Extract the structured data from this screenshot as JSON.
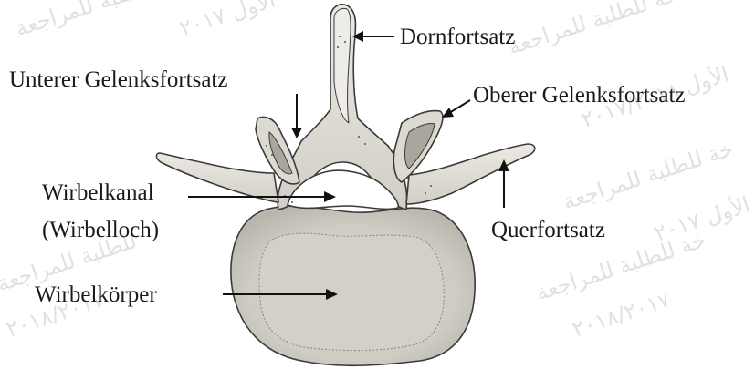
{
  "labels": {
    "spinous": "Dornfortsatz",
    "inferior_articular": "Unterer Gelenksfortsatz",
    "superior_articular": "Oberer Gelenksfortsatz",
    "canal_line1": "Wirbelkanal",
    "canal_line2": "(Wirbelloch)",
    "transverse": "Querfortsatz",
    "body": "Wirbelkörper"
  },
  "watermark": {
    "top_left": "خة للطلبة للمراجعة",
    "top_left_2": "الأول ٢٠١٧",
    "top_right": "خة للطلبة للمراجعة",
    "top_right_2": "الأول ٢٠١٧/٢٠١٨",
    "mid_right": "خة للطلبة للمراجعة",
    "mid_right_2": "الأول ٢٠١٧",
    "bottom_left": "للطلبة للمراجعة",
    "bottom_left_2": "٢٠١٨/٢٠١٧",
    "bottom_right": "خة للطلبة للمراجعة",
    "bottom_right_2": "٢٠١٨/٢٠١٧"
  },
  "colors": {
    "bone_fill": "#e4e2da",
    "bone_outline": "#3a3a3a",
    "bone_shade": "#c8c5bc",
    "body_inner": "#d6d3ca",
    "ink": "#111111",
    "watermark": "#c9c9c9"
  }
}
